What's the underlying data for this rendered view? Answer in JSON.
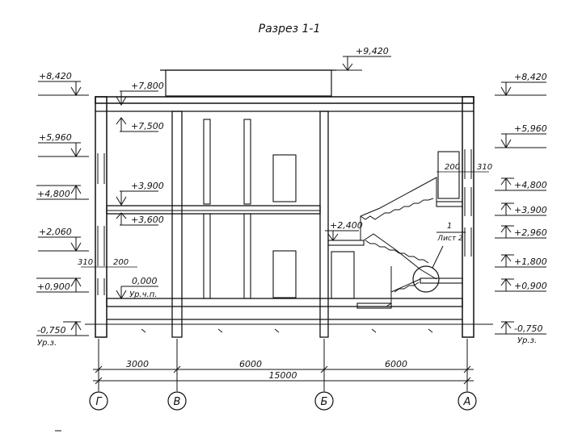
{
  "title": "Разрез 1-1",
  "levels_left": [
    "+8,420",
    "+5,960",
    "+4,800",
    "+2,060",
    "+0,900",
    "-0,750"
  ],
  "levels_right": [
    "+8,420",
    "+5,960",
    "+4,800",
    "+3,900",
    "+2,960",
    "+1,800",
    "+0,900",
    "-0,750"
  ],
  "levels_inner": [
    "+7,800",
    "+7,500",
    "+3,900",
    "+3,600",
    "0,000",
    "+2,400",
    "+9,420"
  ],
  "ground_label": "Ур.з.",
  "floor_label": "Ур.ч.п.",
  "wall_dims": [
    "310",
    "200"
  ],
  "wall_dims_right": [
    "200",
    "310"
  ],
  "callout": {
    "number": "1",
    "sheet": "Лист 2"
  },
  "spans": [
    "3000",
    "6000",
    "6000"
  ],
  "total_span": "15000",
  "axes": [
    "Г",
    "В",
    "Б",
    "А"
  ],
  "colors": {
    "ink": "#111111",
    "background": "#ffffff"
  }
}
